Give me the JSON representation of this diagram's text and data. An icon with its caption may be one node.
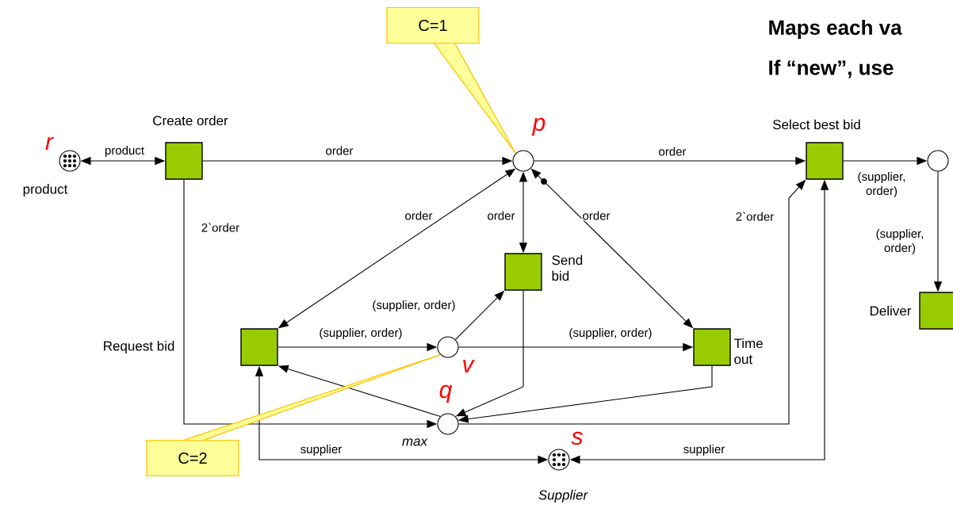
{
  "diagram": {
    "nodes": [
      {
        "text": [
          "product"
        ],
        "beside": [
          "r"
        ]
      },
      {
        "text": [
          "Create order"
        ]
      },
      {
        "text": [],
        "shape": "circle",
        "beside": [
          "p"
        ]
      },
      {
        "text": [
          "Select best bid"
        ]
      },
      {
        "text": [],
        "shape": "circle"
      },
      {
        "text": [
          "Send bid"
        ]
      },
      {
        "text": [
          "Request bid"
        ]
      },
      {
        "text": [],
        "shape": "circle",
        "beside": [
          "v"
        ]
      },
      {
        "text": [
          "Time out"
        ]
      },
      {
        "text": [],
        "shape": "circle",
        "beside": [
          "q",
          "max"
        ]
      },
      {
        "text": [
          "Supplier"
        ],
        "beside": [
          "s"
        ]
      },
      {
        "text": [
          "Deliver"
        ]
      },
      {
        "text": [
          "C=1"
        ]
      },
      {
        "text": [
          "C=2"
        ]
      }
    ],
    "edges": [
      {
        "from": 0,
        "to": 1,
        "arrow": "both",
        "label": "product"
      },
      {
        "from": 1,
        "to": 2,
        "arrow": "to",
        "label": "order"
      },
      {
        "from": 2,
        "to": 3,
        "arrow": "to",
        "label": "order"
      },
      {
        "from": 3,
        "to": 4,
        "arrow": "to",
        "label": "(supplier, order)"
      },
      {
        "from": 4,
        "to": 11,
        "arrow": "to",
        "label": "(supplier, order)"
      },
      {
        "from": 1,
        "to": 9,
        "arrow": "to",
        "label": "2`order"
      },
      {
        "from": 2,
        "to": 6,
        "arrow": "both",
        "label": "order"
      },
      {
        "from": 2,
        "to": 5,
        "arrow": "both",
        "label": "order"
      },
      {
        "from": 2,
        "to": 8,
        "arrow": "both",
        "label": "order"
      },
      {
        "from": 6,
        "to": 7,
        "arrow": "to",
        "label": "(supplier, order)"
      },
      {
        "from": 7,
        "to": 5,
        "arrow": "to",
        "label": "(supplier, order)"
      },
      {
        "from": 7,
        "to": 8,
        "arrow": "to",
        "label": "(supplier, order)"
      },
      {
        "from": 5,
        "to": 9,
        "arrow": "to"
      },
      {
        "from": 8,
        "to": 9,
        "arrow": "to"
      },
      {
        "from": 9,
        "to": 6,
        "arrow": "to"
      },
      {
        "from": 9,
        "to": 3,
        "arrow": "to",
        "label": "2`order"
      },
      {
        "from": 10,
        "to": 6,
        "arrow": "both",
        "label": "supplier"
      },
      {
        "from": 10,
        "to": 3,
        "arrow": "both",
        "label": "supplier"
      },
      {
        "from": 12,
        "to": 2,
        "arrow": "none",
        "color": "#ffc000"
      },
      {
        "from": 13,
        "to": 7,
        "arrow": "none",
        "color": "#ffc000"
      }
    ],
    "labels": [
      "Maps each va",
      "If “new”, use"
    ]
  }
}
